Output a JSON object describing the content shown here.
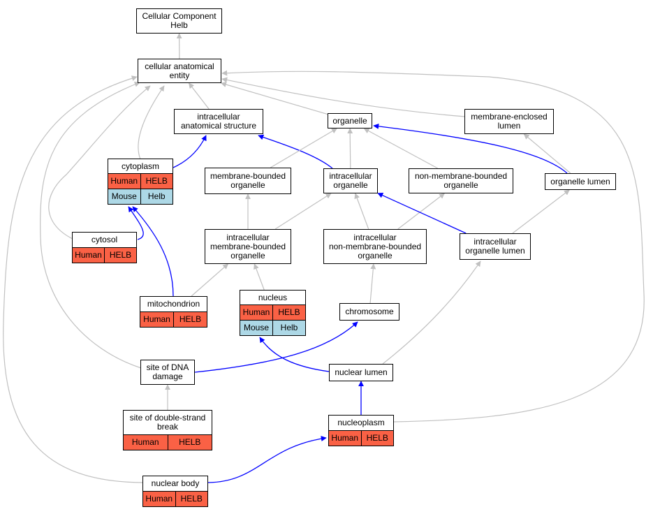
{
  "nodes": {
    "cc_helb": {
      "label": "Cellular Component\nHelb"
    },
    "cae": {
      "label": "cellular anatomical\nentity"
    },
    "ias": {
      "label": "intracellular\nanatomical structure"
    },
    "organelle": {
      "label": "organelle"
    },
    "mel": {
      "label": "membrane-enclosed\nlumen"
    },
    "cytoplasm": {
      "label": "cytoplasm",
      "rows": [
        [
          "Human",
          "HELB"
        ],
        [
          "Mouse",
          "Helb"
        ]
      ]
    },
    "mbo": {
      "label": "membrane-bounded\norganelle"
    },
    "io": {
      "label": "intracellular\norganelle"
    },
    "nmbo": {
      "label": "non-membrane-bounded\norganelle"
    },
    "ol": {
      "label": "organelle lumen"
    },
    "cytosol": {
      "label": "cytosol",
      "rows": [
        [
          "Human",
          "HELB"
        ]
      ]
    },
    "imbo": {
      "label": "intracellular\nmembrane-bounded\norganelle"
    },
    "inmbo": {
      "label": "intracellular\nnon-membrane-bounded\norganelle"
    },
    "iol": {
      "label": "intracellular\norganelle lumen"
    },
    "nucleus": {
      "label": "nucleus",
      "rows": [
        [
          "Human",
          "HELB"
        ],
        [
          "Mouse",
          "Helb"
        ]
      ]
    },
    "mito": {
      "label": "mitochondrion",
      "rows": [
        [
          "Human",
          "HELB"
        ]
      ]
    },
    "chromosome": {
      "label": "chromosome"
    },
    "sodd": {
      "label": "site of DNA\ndamage"
    },
    "nl": {
      "label": "nuclear lumen"
    },
    "sodsb": {
      "label": "site of double-strand\nbreak",
      "rows": [
        [
          "Human",
          "HELB"
        ]
      ]
    },
    "nucleoplasm": {
      "label": "nucleoplasm",
      "rows": [
        [
          "Human",
          "HELB"
        ]
      ]
    },
    "nb": {
      "label": "nuclear body",
      "rows": [
        [
          "Human",
          "HELB"
        ]
      ]
    }
  },
  "edges": [
    {
      "from": "cae",
      "to": "cc_helb",
      "type": "is_a"
    },
    {
      "from": "ias",
      "to": "cae",
      "type": "is_a"
    },
    {
      "from": "organelle",
      "to": "cae",
      "type": "is_a"
    },
    {
      "from": "mel",
      "to": "cae",
      "type": "is_a"
    },
    {
      "from": "cytoplasm",
      "to": "cae",
      "type": "is_a"
    },
    {
      "from": "cytosol",
      "to": "cae",
      "type": "is_a"
    },
    {
      "from": "sodd",
      "to": "cae",
      "type": "is_a"
    },
    {
      "from": "nb",
      "to": "cae",
      "type": "is_a"
    },
    {
      "from": "nucleoplasm",
      "to": "cae",
      "type": "is_a"
    },
    {
      "from": "cytoplasm",
      "to": "ias",
      "type": "part_of"
    },
    {
      "from": "io",
      "to": "ias",
      "type": "part_of"
    },
    {
      "from": "mbo",
      "to": "organelle",
      "type": "is_a"
    },
    {
      "from": "io",
      "to": "organelle",
      "type": "is_a"
    },
    {
      "from": "nmbo",
      "to": "organelle",
      "type": "is_a"
    },
    {
      "from": "ol",
      "to": "organelle",
      "type": "part_of"
    },
    {
      "from": "ol",
      "to": "mel",
      "type": "is_a"
    },
    {
      "from": "imbo",
      "to": "mbo",
      "type": "is_a"
    },
    {
      "from": "imbo",
      "to": "io",
      "type": "is_a"
    },
    {
      "from": "inmbo",
      "to": "io",
      "type": "is_a"
    },
    {
      "from": "inmbo",
      "to": "nmbo",
      "type": "is_a"
    },
    {
      "from": "iol",
      "to": "io",
      "type": "part_of"
    },
    {
      "from": "iol",
      "to": "ol",
      "type": "is_a"
    },
    {
      "from": "cytosol",
      "to": "cytoplasm",
      "type": "part_of"
    },
    {
      "from": "mito",
      "to": "cytoplasm",
      "type": "part_of"
    },
    {
      "from": "mito",
      "to": "imbo",
      "type": "is_a"
    },
    {
      "from": "nucleus",
      "to": "imbo",
      "type": "is_a"
    },
    {
      "from": "chromosome",
      "to": "inmbo",
      "type": "is_a"
    },
    {
      "from": "sodd",
      "to": "chromosome",
      "type": "part_of"
    },
    {
      "from": "nl",
      "to": "nucleus",
      "type": "part_of"
    },
    {
      "from": "nl",
      "to": "iol",
      "type": "is_a"
    },
    {
      "from": "sodsb",
      "to": "sodd",
      "type": "is_a"
    },
    {
      "from": "nucleoplasm",
      "to": "nl",
      "type": "part_of"
    },
    {
      "from": "nb",
      "to": "nucleoplasm",
      "type": "part_of"
    }
  ],
  "colors": {
    "is_a_edge": "#c0c0c0",
    "part_of_edge": "#0000ff",
    "human_row": "#fa6145",
    "mouse_row": "#add8e6"
  }
}
